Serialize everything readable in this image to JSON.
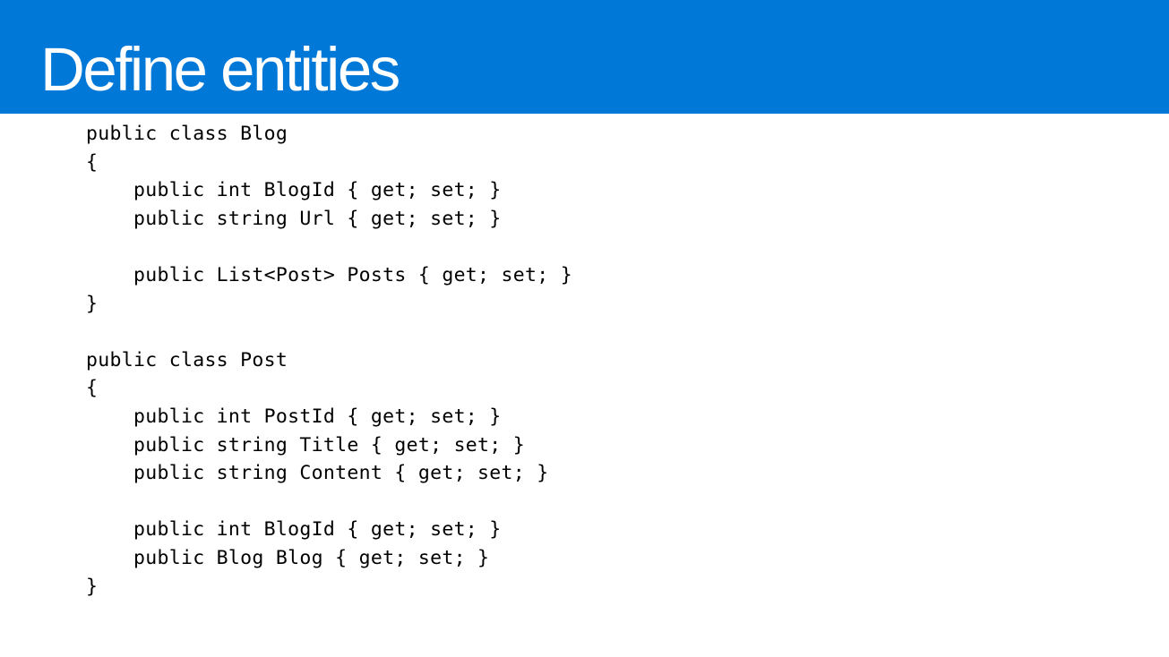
{
  "slide": {
    "title": "Define entities",
    "colors": {
      "title_bar": "#0078d7",
      "title_text": "#ffffff",
      "code_text": "#000000",
      "background": "#ffffff"
    },
    "code_lines": [
      "public class Blog",
      "{",
      "    public int BlogId { get; set; }",
      "    public string Url { get; set; }",
      "",
      "    public List<Post> Posts { get; set; }",
      "}",
      "",
      "public class Post",
      "{",
      "    public int PostId { get; set; }",
      "    public string Title { get; set; }",
      "    public string Content { get; set; }",
      "",
      "    public int BlogId { get; set; }",
      "    public Blog Blog { get; set; }",
      "}"
    ]
  }
}
